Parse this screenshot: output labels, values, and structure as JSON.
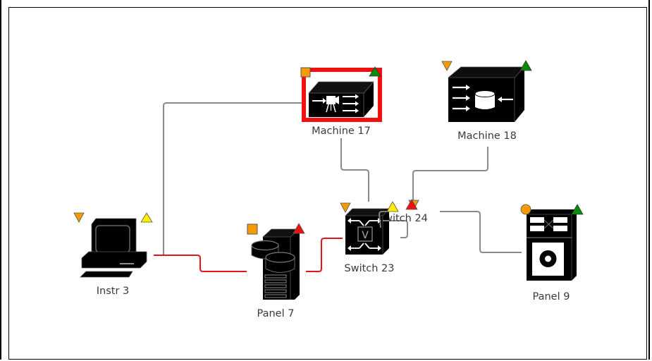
{
  "diagram": {
    "type": "network-topology",
    "selected_node": "Machine 17",
    "colors": {
      "link_normal": "#8a8a8a",
      "link_alert": "#e8141c",
      "selection": "#ee1111",
      "status_orange": "#f59b00",
      "status_yellow": "#ffee00",
      "status_green": "#0a8a0a",
      "status_red": "#ee1111",
      "label": "#3a3a3a"
    },
    "nodes": [
      {
        "id": "machine17",
        "label": "Machine 17",
        "kind": "video-source-appliance",
        "selected": true,
        "status_left": {
          "shape": "square",
          "color": "orange"
        },
        "status_right": {
          "shape": "triangle-up",
          "color": "green"
        }
      },
      {
        "id": "machine18",
        "label": "Machine 18",
        "kind": "storage-appliance",
        "selected": false,
        "status_left": {
          "shape": "triangle-down",
          "color": "orange"
        },
        "status_right": {
          "shape": "triangle-up",
          "color": "green"
        }
      },
      {
        "id": "instr3",
        "label": "Instr 3",
        "kind": "workstation",
        "selected": false,
        "status_left": {
          "shape": "triangle-down",
          "color": "orange"
        },
        "status_right": {
          "shape": "triangle-up",
          "color": "yellow"
        }
      },
      {
        "id": "panel7",
        "label": "Panel 7",
        "kind": "database-server",
        "selected": false,
        "status_left": {
          "shape": "square",
          "color": "orange"
        },
        "status_right": {
          "shape": "triangle-up",
          "color": "red"
        }
      },
      {
        "id": "switch23",
        "label": "Switch 23",
        "kind": "switch",
        "selected": false,
        "status_left": {
          "shape": "triangle-down",
          "color": "orange"
        },
        "status_right": {
          "shape": "triangle-up",
          "color": "yellow"
        }
      },
      {
        "id": "switch24",
        "label": "witch 24",
        "full_label": "Switch 24",
        "kind": "switch",
        "selected": false,
        "occluded_by": "Switch 23",
        "status_left": {
          "shape": "triangle-down",
          "color": "orange"
        },
        "status_right": {
          "shape": "triangle-up",
          "color": "red"
        }
      },
      {
        "id": "panel9",
        "label": "Panel 9",
        "kind": "media-panel",
        "selected": false,
        "status_left": {
          "shape": "circle",
          "color": "orange"
        },
        "status_right": {
          "shape": "triangle-up",
          "color": "green"
        }
      }
    ],
    "links": [
      {
        "from": "Instr 3",
        "to": "Machine 17",
        "state": "normal"
      },
      {
        "from": "Instr 3",
        "to": "Panel 7",
        "state": "alert"
      },
      {
        "from": "Panel 7",
        "to": "Switch 23",
        "state": "alert"
      },
      {
        "from": "Machine 17",
        "to": "Switch 23",
        "state": "normal"
      },
      {
        "from": "Machine 18",
        "to": "Switch 24",
        "state": "normal"
      },
      {
        "from": "Switch 24",
        "to": "Panel 9",
        "state": "normal"
      },
      {
        "from": "Switch 24",
        "to": "Switch 23",
        "state": "normal"
      }
    ]
  }
}
